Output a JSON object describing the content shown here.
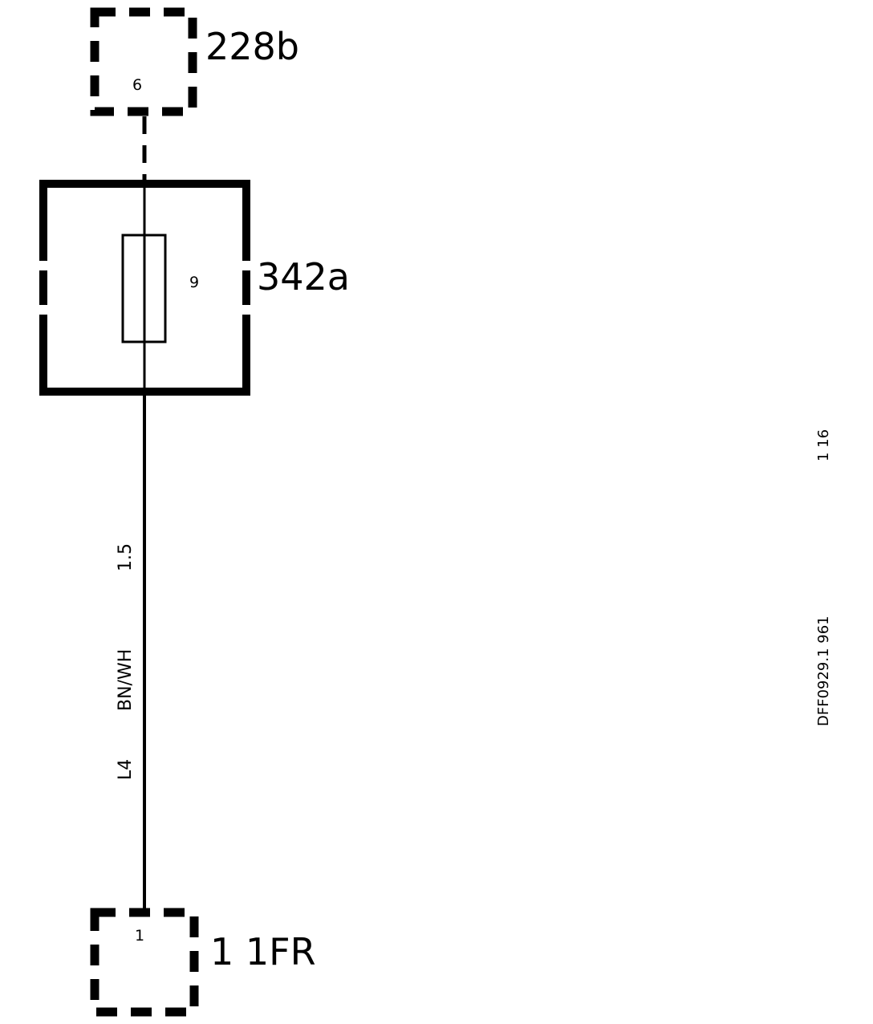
{
  "diagram": {
    "components": {
      "connector_top": {
        "name": "228b",
        "pin": "6"
      },
      "fuse_box": {
        "name": "342a",
        "pin": "9"
      },
      "connector_bottom": {
        "name": "1 1FR",
        "pin": "1"
      }
    },
    "wire": {
      "size": "1.5",
      "color_code": "BN/WH",
      "circuit": "L4"
    },
    "page_ref": "1 16",
    "drawing_ref": "DFF0929.1 961"
  }
}
